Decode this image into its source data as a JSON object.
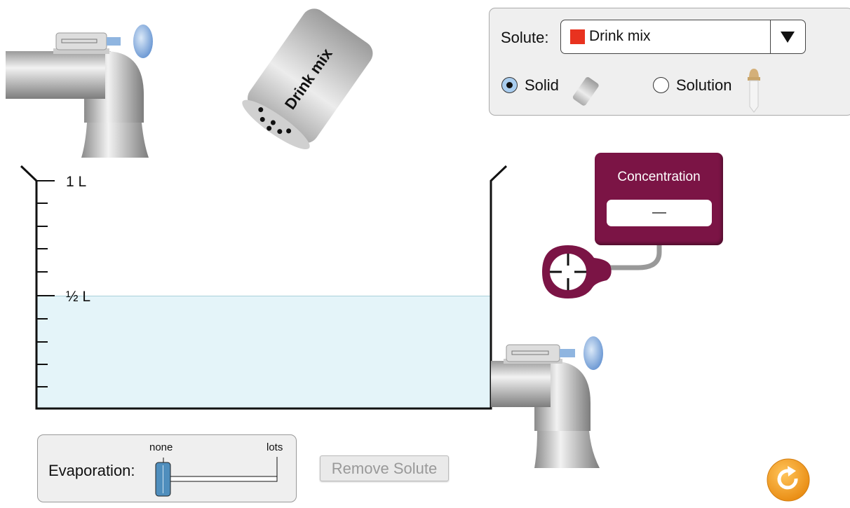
{
  "shaker": {
    "label": "Drink mix"
  },
  "solute_panel": {
    "label": "Solute:",
    "selected": "Drink mix",
    "selected_color": "#e8321f",
    "form_options": [
      {
        "label": "Solid",
        "selected": true
      },
      {
        "label": "Solution",
        "selected": false
      }
    ]
  },
  "beaker": {
    "ticks": {
      "full": "1 L",
      "half": "½ L"
    },
    "water_fraction": 0.5,
    "water_color": "#e4f4f9"
  },
  "meter": {
    "title": "Concentration",
    "readout": "—",
    "color": "#7b1445"
  },
  "evaporation": {
    "label": "Evaporation:",
    "min_label": "none",
    "max_label": "lots",
    "value": 0
  },
  "remove_solute": {
    "label": "Remove Solute",
    "enabled": false
  },
  "reset": {
    "icon": "reset-icon",
    "color": "#f29a1f"
  }
}
